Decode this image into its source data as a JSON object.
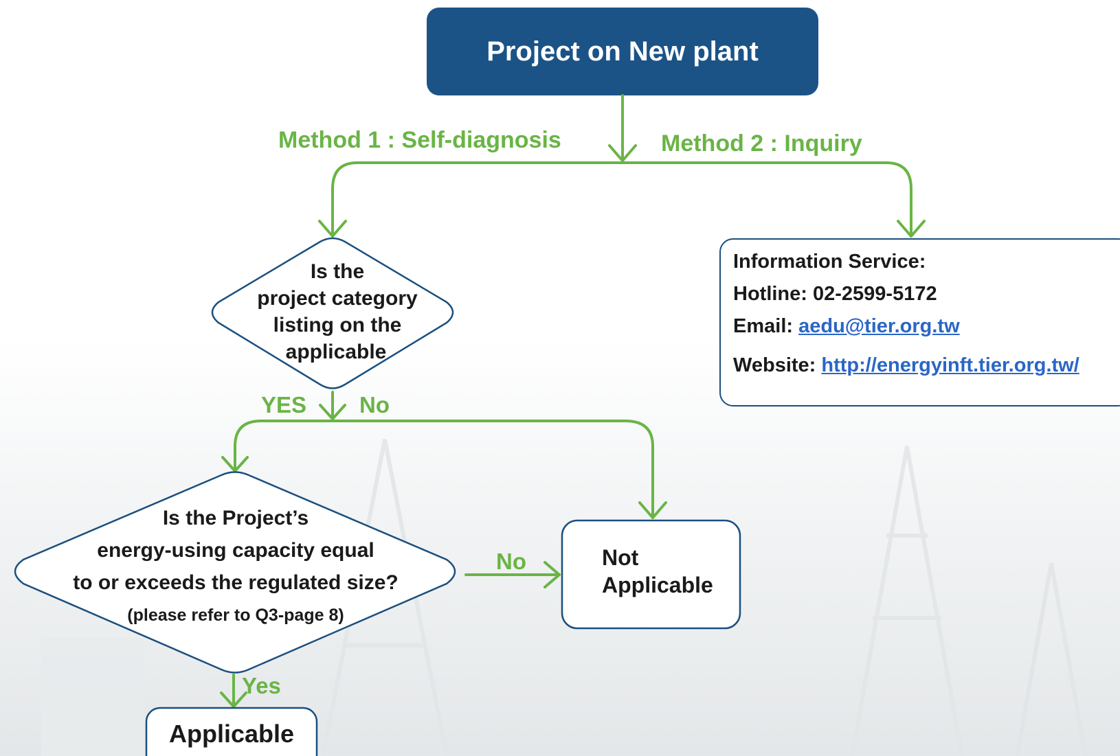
{
  "title": "Project on New plant",
  "method1": "Method 1 : Self-diagnosis",
  "method2": "Method 2 : Inquiry",
  "decision1": {
    "lines": [
      "Is the",
      "project category",
      "listing on the",
      "applicable"
    ],
    "yes_label": "YES",
    "no_label": "No"
  },
  "decision2": {
    "lines": [
      "Is the Project’s",
      "energy-using capacity equal",
      "to or exceeds the regulated size?"
    ],
    "note": "(please refer to Q3-page 8)",
    "yes_label": "Yes",
    "no_label": "No"
  },
  "not_applicable": [
    "Not",
    "Applicable"
  ],
  "applicable": "Applicable",
  "info": {
    "heading": "Information Service:",
    "hotline_label": "Hotline:",
    "hotline": "02-2599-5172",
    "email_label": "Email:",
    "email": "aedu@tier.org.tw",
    "website_label": "Website:",
    "website": "http://energyinft.tier.org.tw/"
  },
  "colors": {
    "title_fill": "#1b5387",
    "border": "#1b4f7e",
    "arrow": "#6ab446",
    "link": "#2a66c6"
  }
}
